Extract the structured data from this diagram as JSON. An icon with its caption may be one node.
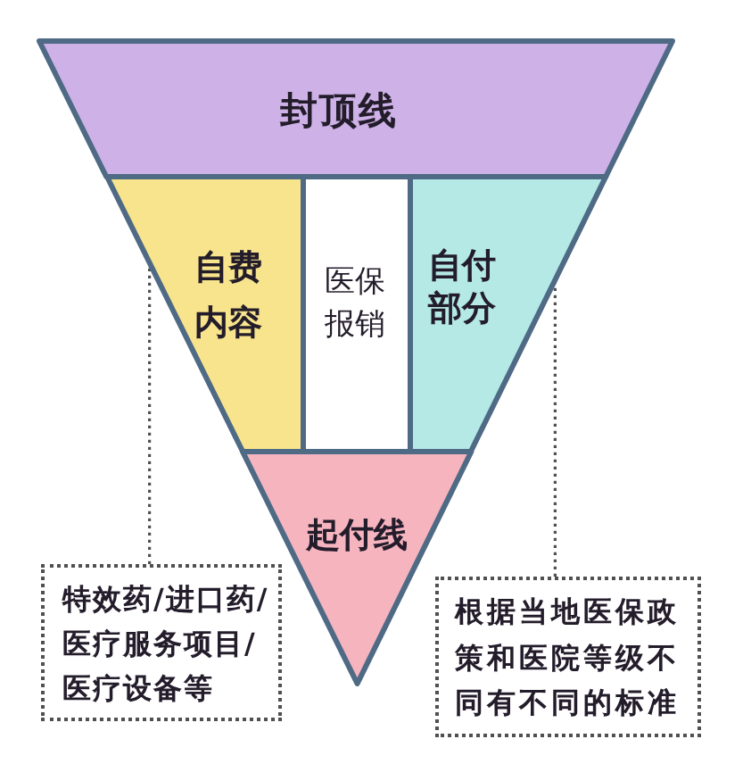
{
  "diagram": {
    "nodes": [
      {
        "text": [
          "封顶线"
        ]
      },
      {
        "text": [
          "自费内容"
        ]
      },
      {
        "text": [
          "医保报销"
        ]
      },
      {
        "text": [
          "自付部分"
        ]
      },
      {
        "text": [
          "起付线"
        ]
      },
      {
        "text": [
          "特效药/进口药/医疗服务项目/医疗设备等"
        ]
      },
      {
        "text": [
          "根据当地医保政策和医院等级不同有不同的标准"
        ]
      }
    ],
    "edges": [
      {
        "from": 5,
        "to": 1,
        "arrow": "none",
        "style": "dashed"
      },
      {
        "from": 6,
        "to": 3,
        "arrow": "none",
        "style": "dashed"
      }
    ]
  }
}
